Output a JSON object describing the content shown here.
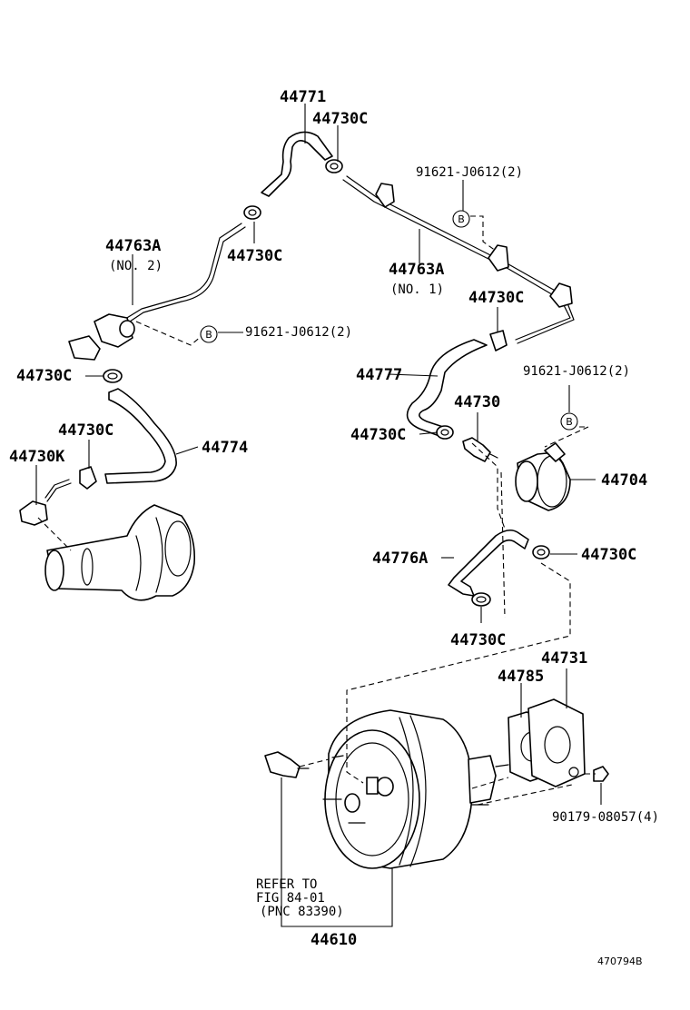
{
  "labels": {
    "p44771": "44771",
    "p44730c_top": "44730C",
    "p44730c_left_upper": "44730C",
    "p44763a": "44763A",
    "p44763a_no2": "(NO. 2)",
    "p44763a_r": "44763A",
    "p44763a_no1": "(NO. 1)",
    "p91621_top": "91621-J0612(2)",
    "p91621_mid": "91621-J0612(2)",
    "p91621_right": "91621-J0612(2)",
    "p44730c_right_upper": "44730C",
    "p44777": "44777",
    "p44730c_left": "44730C",
    "p44730c_left2": "44730C",
    "p44730k": "44730K",
    "p44774": "44774",
    "p44730": "44730",
    "p44730c_mid": "44730C",
    "p44704": "44704",
    "p44776a": "44776A",
    "p44730c_right_mid": "44730C",
    "p44730c_bottom": "44730C",
    "p44731": "44731",
    "p44785": "44785",
    "p90179": "90179-08057(4)",
    "refer_line1": "REFER TO",
    "refer_line2": "FIG 84-01",
    "refer_line3": "(PNC 83390)",
    "p44610": "44610",
    "figure_id": "470794B",
    "bolt_marker": "B"
  }
}
